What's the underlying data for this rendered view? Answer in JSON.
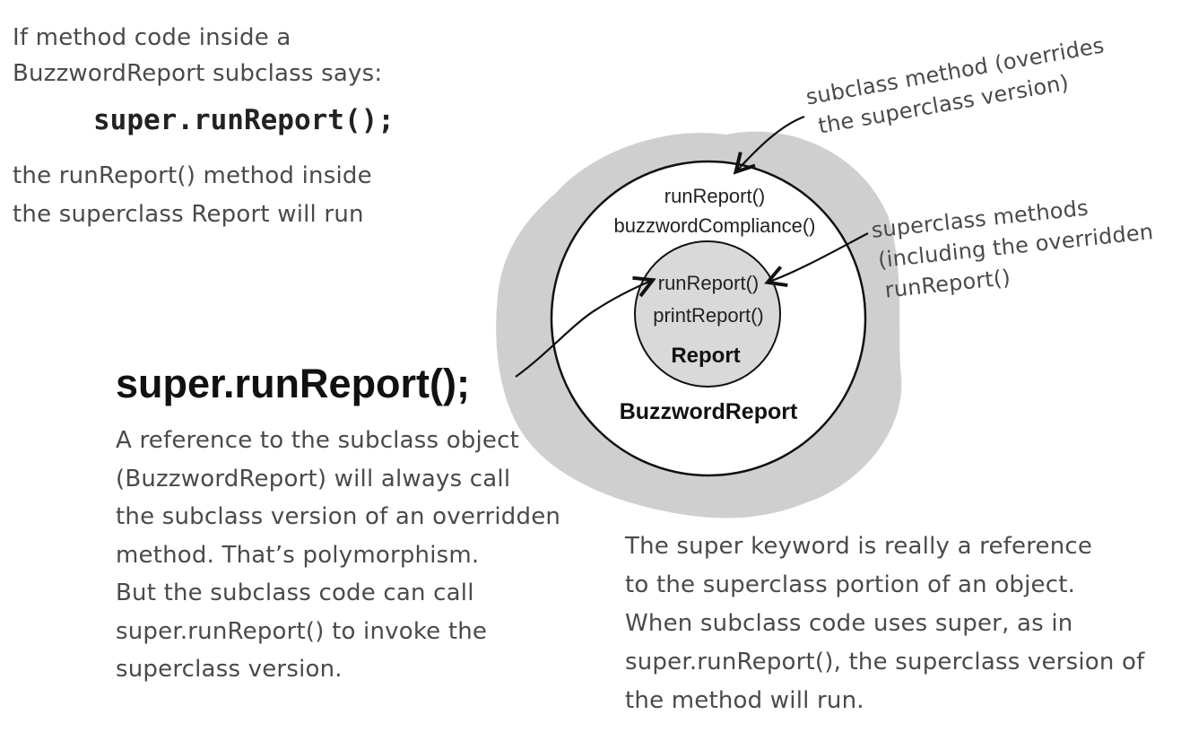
{
  "intro": {
    "lines": [
      "If method code inside a",
      "BuzzwordReport subclass says:"
    ],
    "code": "super.runReport();",
    "result_lines": [
      "the runReport() method inside",
      "the superclass Report will run"
    ]
  },
  "big_call": "super.runReport();",
  "explanation_lines": [
    "A reference to the subclass object",
    "(BuzzwordReport) will always call",
    "the subclass version of an overridden",
    "method. That’s polymorphism.",
    "But the subclass code can call",
    "super.runReport() to invoke the",
    "superclass version."
  ],
  "diagram": {
    "subclass_methods": [
      "runReport()",
      "buzzwordCompliance()"
    ],
    "subclass_name": "BuzzwordReport",
    "superclass_methods": [
      "runReport()",
      "printReport()"
    ],
    "superclass_name": "Report",
    "colors": {
      "blob": "#cfcfcf",
      "inner": "#d9d9d9",
      "stroke": "#111111"
    }
  },
  "annotations": {
    "subclass_method": [
      "subclass method (overrides",
      "the superclass version)"
    ],
    "superclass_methods": [
      "superclass methods",
      "(including the overridden",
      "runReport()"
    ]
  },
  "super_note_lines": [
    "The super keyword is really a reference",
    "to the superclass portion of an object.",
    "When subclass code uses super, as in",
    "super.runReport(), the superclass version of",
    "the method will run."
  ]
}
